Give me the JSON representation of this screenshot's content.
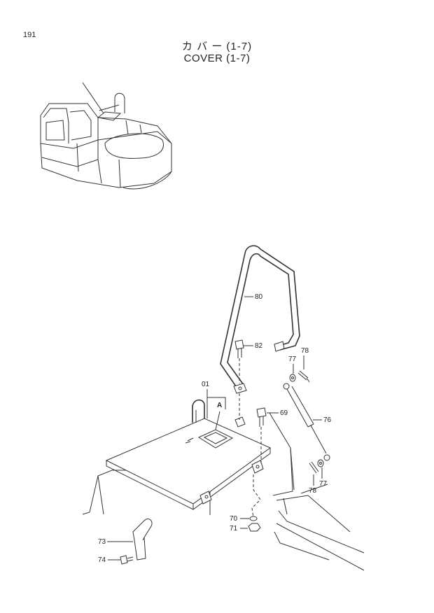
{
  "page_number": "191",
  "title_jp": "カ バ ー (1-7)",
  "title_en": "COVER (1-7)",
  "detail_marker": "A",
  "callouts": {
    "c80": "80",
    "c82": "82",
    "c78a": "78",
    "c77a": "77",
    "c01": "01",
    "c69": "69",
    "c76": "76",
    "c77b": "77",
    "c78b": "78",
    "c70": "70",
    "c71": "71",
    "c73": "73",
    "c74": "74"
  }
}
